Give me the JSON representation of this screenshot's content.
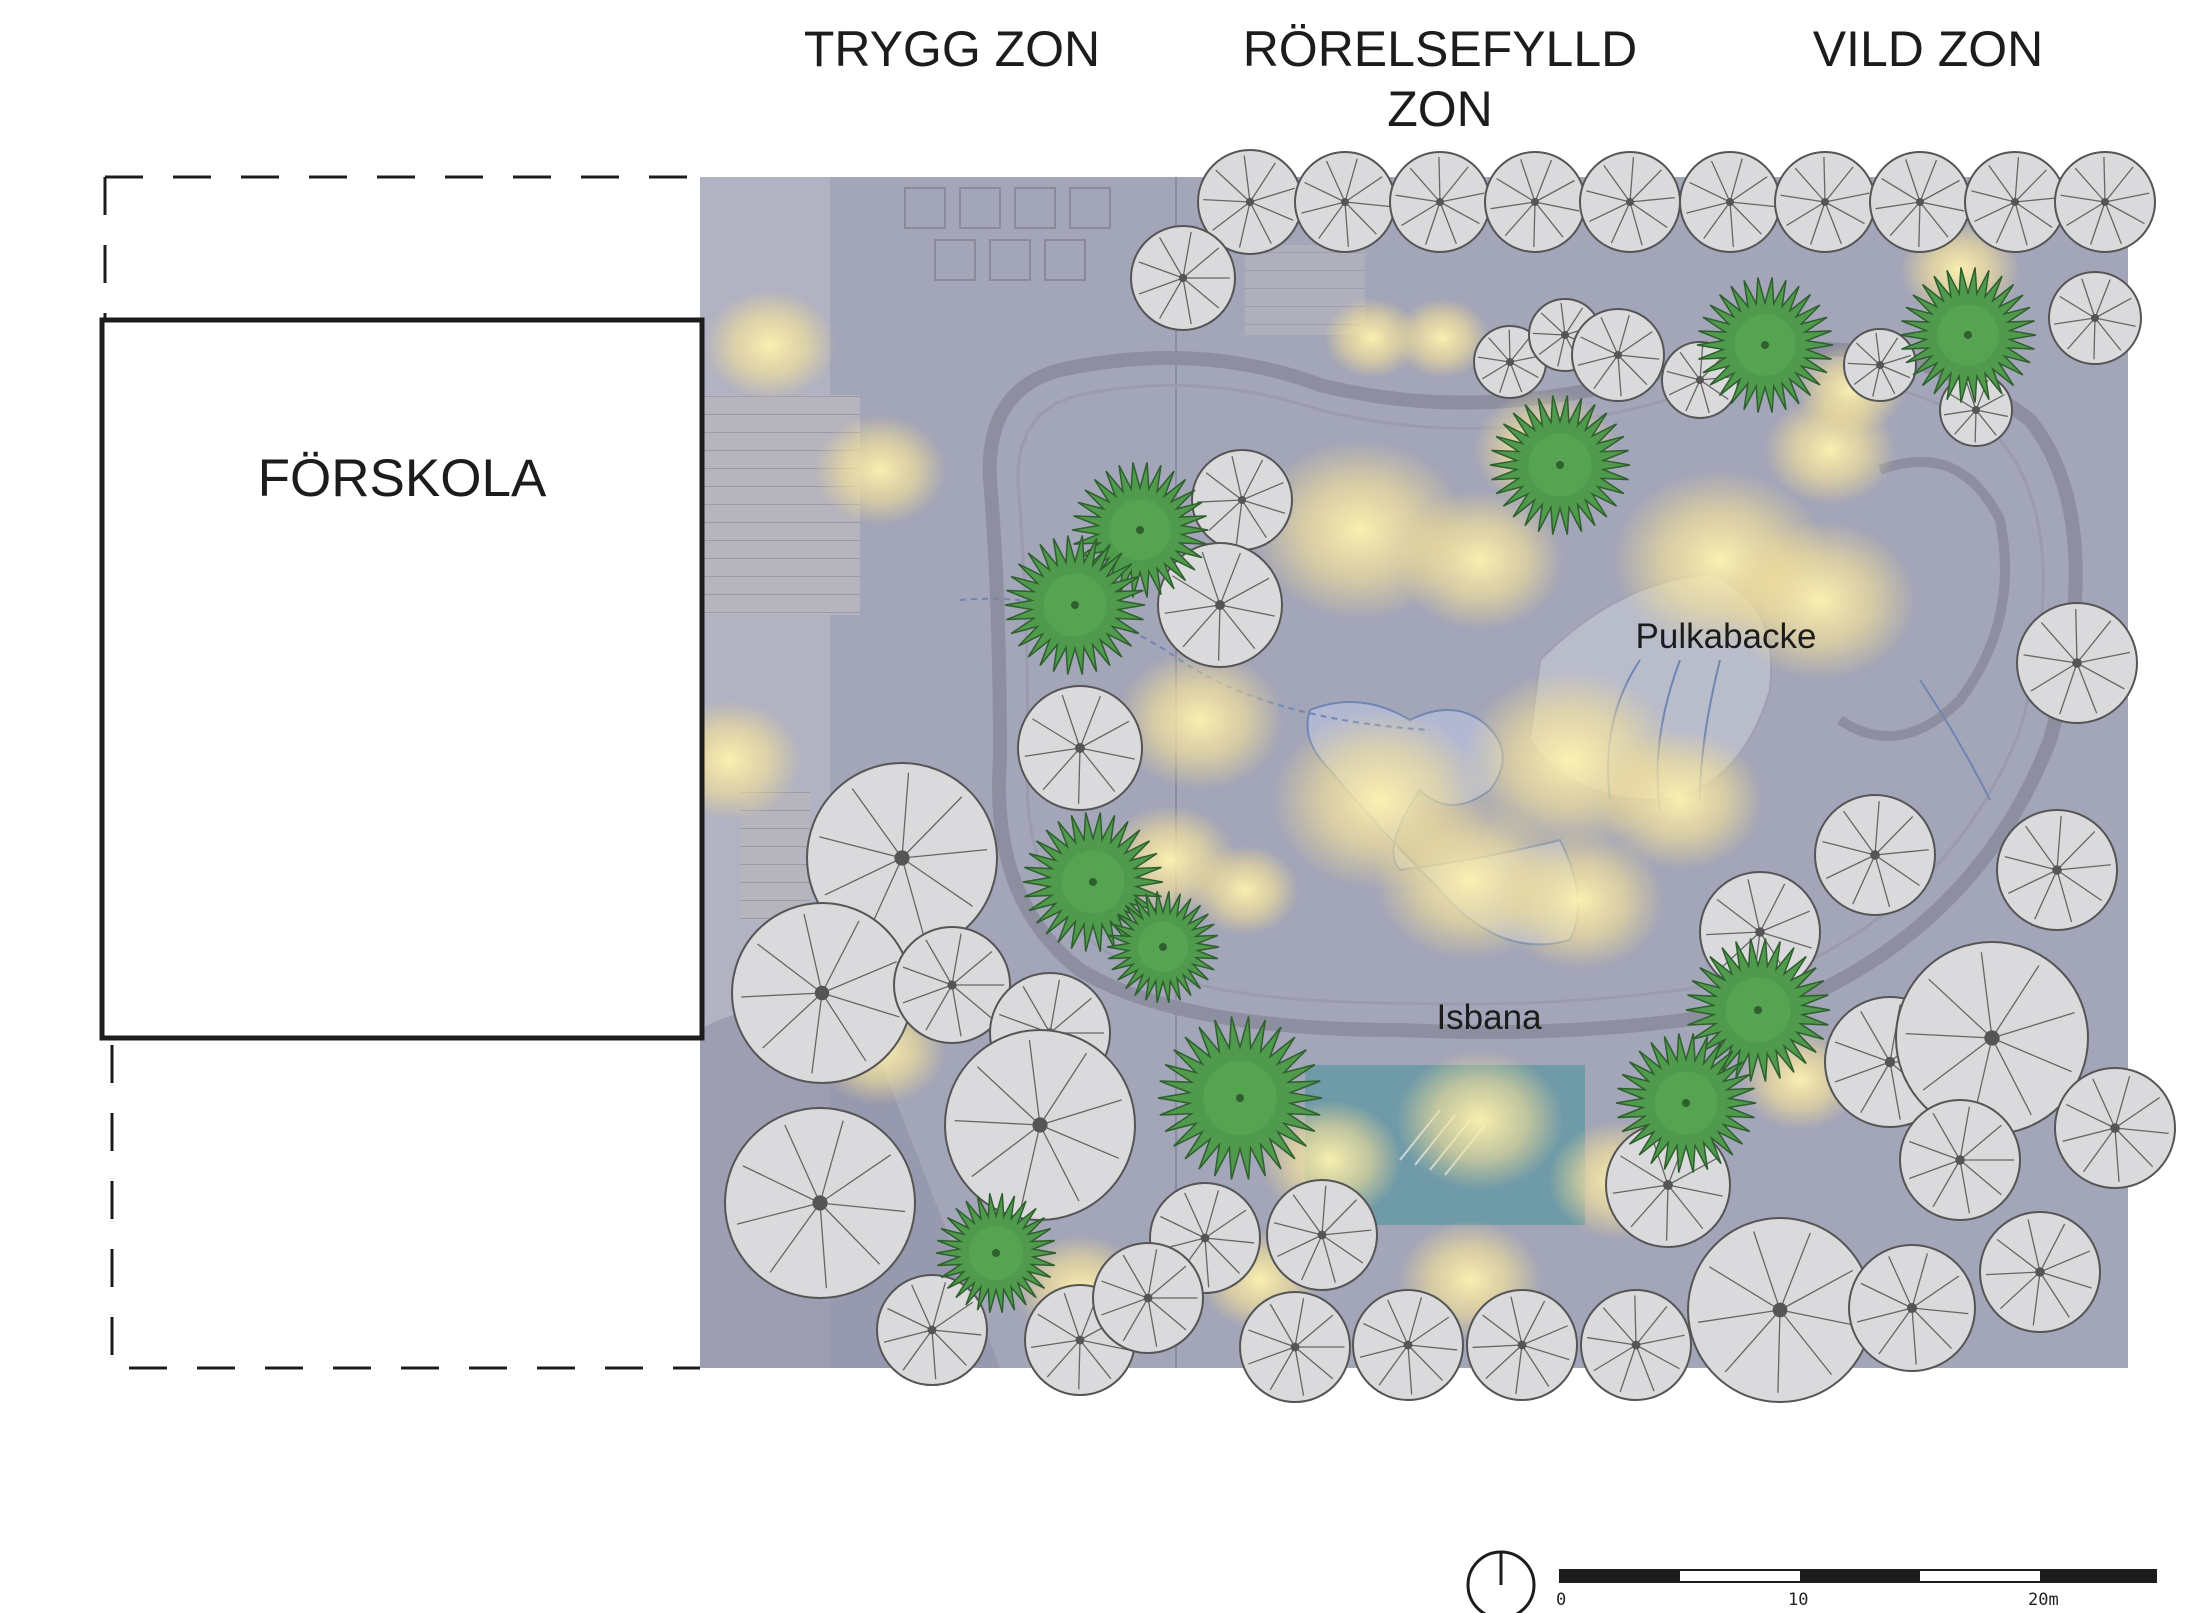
{
  "zones": {
    "trygg": "TRYGG ZON",
    "rorelse_line1": "RÖRELSEFYLLD",
    "rorelse_line2": "ZON",
    "vild": "VILD ZON"
  },
  "building": {
    "label": "FÖRSKOLA"
  },
  "places": {
    "pulkabacke": "Pulkabacke",
    "isbana": "Isbana"
  },
  "scale_bar": {
    "ticks": [
      "0",
      "10",
      "20m"
    ]
  },
  "icons": {
    "north": "north-arrow-icon",
    "deciduous_tree": "deciduous-tree-icon",
    "conifer": "conifer-tree-icon",
    "light": "light-glow-icon"
  },
  "colors": {
    "site": "#a3a5b8",
    "paths": "#8d8fa0",
    "tree_canopy": "#d9d9dc",
    "conifer": "#4f9a4c",
    "light": "#f6e2a0",
    "rink": "#6f9aa8",
    "line": "#1c1c1c"
  }
}
